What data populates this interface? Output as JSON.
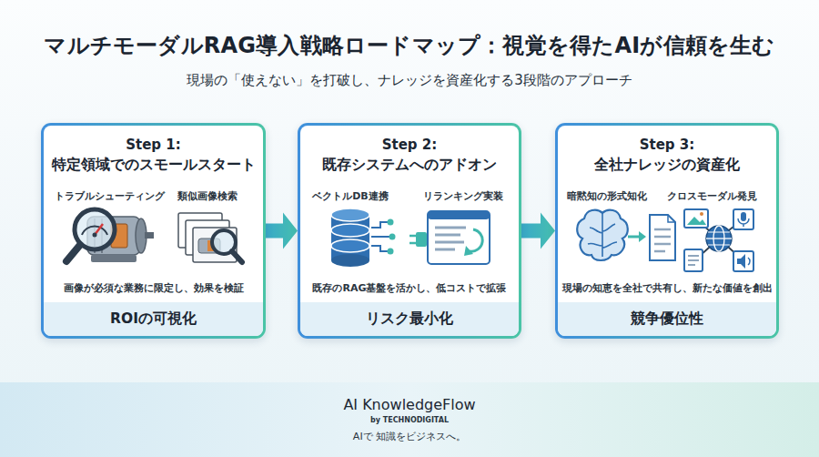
{
  "diagram": {
    "title": "マルチモーダルRAG導入戦略ロードマップ：視覚を得たAIが信頼を生む",
    "caption": "現場の「使えない」を打破し、ナレッジを資産化する3段階のアプローチ",
    "nodes": [
      {
        "text": [
          "Step 1:",
          "特定領域でのスモールスタート",
          "トラブルシューティング",
          "類似画像検索",
          "画像が必須な業務に限定し、効果を検証"
        ]
      },
      {
        "text": [
          "ROIの可視化"
        ],
        "in": 0
      },
      {
        "text": [
          "Step 2:",
          "既存システムへのアドオン",
          "ベクトルDB連携",
          "リランキング実装",
          "既存のRAG基盤を活かし、低コストで拡張"
        ]
      },
      {
        "text": [
          "リスク最小化"
        ],
        "in": 2
      },
      {
        "text": [
          "Step 3:",
          "全社ナレッジの資産化",
          "暗黙知の形式知化",
          "クロスモーダル発見",
          "現場の知恵を全社で共有し、新たな価値を創出"
        ]
      },
      {
        "text": [
          "競争優位性"
        ],
        "in": 4
      },
      {
        "text": [
          "AI KnowledgeFlow",
          "by TECHNODIGITAL",
          "AIで 知識をビジネスへ。"
        ]
      }
    ],
    "edges": [
      {
        "from": 0,
        "to": 2,
        "arrow": "to"
      },
      {
        "from": 2,
        "to": 4,
        "arrow": "to"
      }
    ]
  }
}
